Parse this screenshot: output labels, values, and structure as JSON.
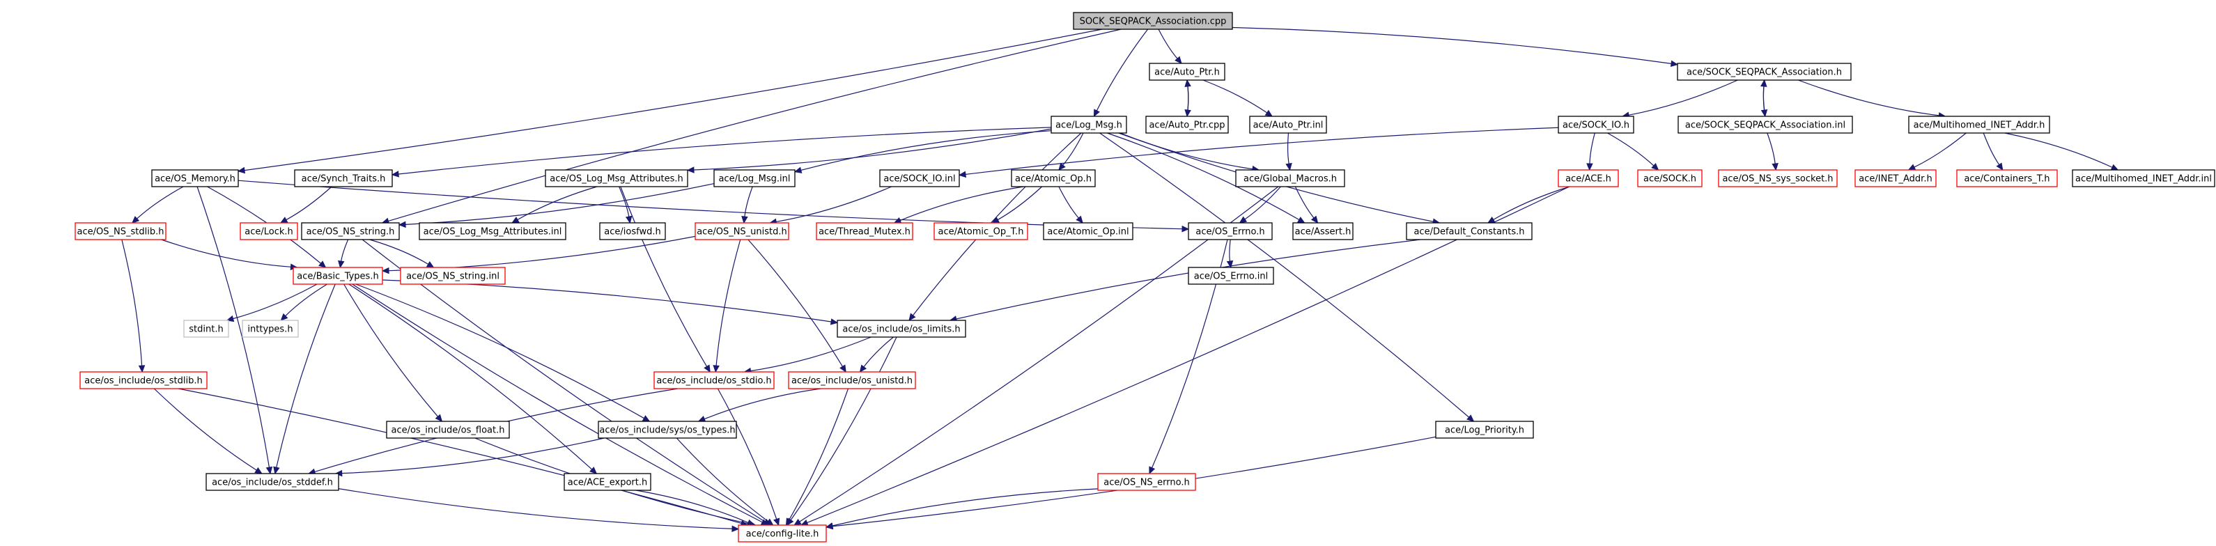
{
  "diagram": {
    "colors": {
      "edge": "#191970",
      "doc_border": "#000000",
      "nodoc_border": "#ff0000",
      "external_border": "#bfbfbf",
      "root_fill": "#bfbfbf",
      "node_fill": "#ffffff",
      "text": "#000000"
    },
    "nodes": [
      {
        "id": "root",
        "label": "SOCK_SEQPACK_Association.cpp",
        "kind": "root"
      },
      {
        "id": "n_auto_ptr_h",
        "label": "ace/Auto_Ptr.h",
        "kind": "doc"
      },
      {
        "id": "n_assoc_h",
        "label": "ace/SOCK_SEQPACK_Association.h",
        "kind": "doc"
      },
      {
        "id": "n_auto_ptr_cpp",
        "label": "ace/Auto_Ptr.cpp",
        "kind": "doc"
      },
      {
        "id": "n_log_msg_h",
        "label": "ace/Log_Msg.h",
        "kind": "doc"
      },
      {
        "id": "n_auto_ptr_inl",
        "label": "ace/Auto_Ptr.inl",
        "kind": "doc"
      },
      {
        "id": "n_sock_io_h",
        "label": "ace/SOCK_IO.h",
        "kind": "doc"
      },
      {
        "id": "n_assoc_inl",
        "label": "ace/SOCK_SEQPACK_Association.inl",
        "kind": "doc"
      },
      {
        "id": "n_mh_inet_h",
        "label": "ace/Multihomed_INET_Addr.h",
        "kind": "doc"
      },
      {
        "id": "n_os_memory_h",
        "label": "ace/OS_Memory.h",
        "kind": "doc"
      },
      {
        "id": "n_synch_traits_h",
        "label": "ace/Synch_Traits.h",
        "kind": "doc"
      },
      {
        "id": "n_oslma_h",
        "label": "ace/OS_Log_Msg_Attributes.h",
        "kind": "doc"
      },
      {
        "id": "n_log_msg_inl",
        "label": "ace/Log_Msg.inl",
        "kind": "doc"
      },
      {
        "id": "n_sock_io_inl",
        "label": "ace/SOCK_IO.inl",
        "kind": "doc"
      },
      {
        "id": "n_atomic_op_h",
        "label": "ace/Atomic_Op.h",
        "kind": "doc"
      },
      {
        "id": "n_global_macros_h",
        "label": "ace/Global_Macros.h",
        "kind": "doc"
      },
      {
        "id": "n_ace_h",
        "label": "ace/ACE.h",
        "kind": "nodoc"
      },
      {
        "id": "n_sock_h",
        "label": "ace/SOCK.h",
        "kind": "nodoc"
      },
      {
        "id": "n_os_ns_sys_socket_h",
        "label": "ace/OS_NS_sys_socket.h",
        "kind": "nodoc"
      },
      {
        "id": "n_inet_addr_h",
        "label": "ace/INET_Addr.h",
        "kind": "nodoc"
      },
      {
        "id": "n_containers_t_h",
        "label": "ace/Containers_T.h",
        "kind": "nodoc"
      },
      {
        "id": "n_mh_inet_inl",
        "label": "ace/Multihomed_INET_Addr.inl",
        "kind": "doc"
      },
      {
        "id": "n_os_ns_stdlib_h",
        "label": "ace/OS_NS_stdlib.h",
        "kind": "nodoc"
      },
      {
        "id": "n_lock_h",
        "label": "ace/Lock.h",
        "kind": "nodoc"
      },
      {
        "id": "n_os_ns_string_h",
        "label": "ace/OS_NS_string.h",
        "kind": "doc"
      },
      {
        "id": "n_oslma_inl",
        "label": "ace/OS_Log_Msg_Attributes.inl",
        "kind": "doc"
      },
      {
        "id": "n_iosfwd_h",
        "label": "ace/iosfwd.h",
        "kind": "doc"
      },
      {
        "id": "n_os_ns_unistd_h",
        "label": "ace/OS_NS_unistd.h",
        "kind": "nodoc"
      },
      {
        "id": "n_thread_mutex_h",
        "label": "ace/Thread_Mutex.h",
        "kind": "nodoc"
      },
      {
        "id": "n_atomic_op_t_h",
        "label": "ace/Atomic_Op_T.h",
        "kind": "nodoc"
      },
      {
        "id": "n_atomic_op_inl",
        "label": "ace/Atomic_Op.inl",
        "kind": "doc"
      },
      {
        "id": "n_os_errno_h",
        "label": "ace/OS_Errno.h",
        "kind": "doc"
      },
      {
        "id": "n_assert_h",
        "label": "ace/Assert.h",
        "kind": "doc"
      },
      {
        "id": "n_default_constants_h",
        "label": "ace/Default_Constants.h",
        "kind": "doc"
      },
      {
        "id": "n_basic_types_h",
        "label": "ace/Basic_Types.h",
        "kind": "nodoc"
      },
      {
        "id": "n_os_ns_string_inl",
        "label": "ace/OS_NS_string.inl",
        "kind": "nodoc"
      },
      {
        "id": "n_os_errno_inl",
        "label": "ace/OS_Errno.inl",
        "kind": "doc"
      },
      {
        "id": "n_stdint_h",
        "label": "stdint.h",
        "kind": "external"
      },
      {
        "id": "n_inttypes_h",
        "label": "inttypes.h",
        "kind": "external"
      },
      {
        "id": "n_os_limits_h",
        "label": "ace/os_include/os_limits.h",
        "kind": "doc"
      },
      {
        "id": "n_os_stdlib_h",
        "label": "ace/os_include/os_stdlib.h",
        "kind": "nodoc"
      },
      {
        "id": "n_os_stdio_h",
        "label": "ace/os_include/os_stdio.h",
        "kind": "nodoc"
      },
      {
        "id": "n_os_unistd_h",
        "label": "ace/os_include/os_unistd.h",
        "kind": "nodoc"
      },
      {
        "id": "n_os_float_h",
        "label": "ace/os_include/os_float.h",
        "kind": "doc"
      },
      {
        "id": "n_os_sys_types_h",
        "label": "ace/os_include/sys/os_types.h",
        "kind": "doc"
      },
      {
        "id": "n_log_priority_h",
        "label": "ace/Log_Priority.h",
        "kind": "doc"
      },
      {
        "id": "n_os_stddef_h",
        "label": "ace/os_include/os_stddef.h",
        "kind": "doc"
      },
      {
        "id": "n_ace_export_h",
        "label": "ace/ACE_export.h",
        "kind": "doc"
      },
      {
        "id": "n_os_ns_errno_h",
        "label": "ace/OS_NS_errno.h",
        "kind": "nodoc"
      },
      {
        "id": "n_config_lite_h",
        "label": "ace/config-lite.h",
        "kind": "nodoc"
      }
    ],
    "edges": [
      [
        "root",
        "n_auto_ptr_h"
      ],
      [
        "root",
        "n_assoc_h"
      ],
      [
        "root",
        "n_log_msg_h"
      ],
      [
        "root",
        "n_os_memory_h"
      ],
      [
        "root",
        "n_os_ns_string_h"
      ],
      [
        "n_auto_ptr_h",
        "n_auto_ptr_cpp"
      ],
      [
        "n_auto_ptr_cpp",
        "n_auto_ptr_h"
      ],
      [
        "n_auto_ptr_h",
        "n_auto_ptr_inl"
      ],
      [
        "n_auto_ptr_inl",
        "n_global_macros_h"
      ],
      [
        "n_assoc_h",
        "n_sock_io_h"
      ],
      [
        "n_assoc_h",
        "n_assoc_inl"
      ],
      [
        "n_assoc_inl",
        "n_assoc_h"
      ],
      [
        "n_assoc_h",
        "n_mh_inet_h"
      ],
      [
        "n_assoc_inl",
        "n_os_ns_sys_socket_h"
      ],
      [
        "n_sock_io_h",
        "n_ace_h"
      ],
      [
        "n_sock_io_h",
        "n_sock_h"
      ],
      [
        "n_sock_io_h",
        "n_sock_io_inl"
      ],
      [
        "n_mh_inet_h",
        "n_inet_addr_h"
      ],
      [
        "n_mh_inet_h",
        "n_containers_t_h"
      ],
      [
        "n_mh_inet_h",
        "n_mh_inet_inl"
      ],
      [
        "n_ace_h",
        "n_default_constants_h"
      ],
      [
        "n_ace_h",
        "n_config_lite_h"
      ],
      [
        "n_log_msg_h",
        "n_synch_traits_h"
      ],
      [
        "n_log_msg_h",
        "n_oslma_h"
      ],
      [
        "n_log_msg_h",
        "n_log_msg_inl"
      ],
      [
        "n_log_msg_h",
        "n_atomic_op_h"
      ],
      [
        "n_log_msg_h",
        "n_global_macros_h"
      ],
      [
        "n_log_msg_h",
        "n_assert_h"
      ],
      [
        "n_log_msg_h",
        "n_default_constants_h"
      ],
      [
        "n_log_msg_h",
        "n_log_priority_h"
      ],
      [
        "n_log_msg_h",
        "n_os_limits_h"
      ],
      [
        "n_synch_traits_h",
        "n_lock_h"
      ],
      [
        "n_oslma_h",
        "n_oslma_inl"
      ],
      [
        "n_oslma_h",
        "n_iosfwd_h"
      ],
      [
        "n_oslma_h",
        "n_os_stdio_h"
      ],
      [
        "n_log_msg_inl",
        "n_os_ns_string_h"
      ],
      [
        "n_log_msg_inl",
        "n_os_ns_unistd_h"
      ],
      [
        "n_sock_io_inl",
        "n_os_ns_unistd_h"
      ],
      [
        "n_atomic_op_h",
        "n_thread_mutex_h"
      ],
      [
        "n_atomic_op_h",
        "n_atomic_op_t_h"
      ],
      [
        "n_atomic_op_h",
        "n_atomic_op_inl"
      ],
      [
        "n_global_macros_h",
        "n_os_errno_h"
      ],
      [
        "n_global_macros_h",
        "n_assert_h"
      ],
      [
        "n_global_macros_h",
        "n_config_lite_h"
      ],
      [
        "n_os_memory_h",
        "n_os_ns_stdlib_h"
      ],
      [
        "n_os_memory_h",
        "n_basic_types_h"
      ],
      [
        "n_os_memory_h",
        "n_os_errno_h"
      ],
      [
        "n_os_memory_h",
        "n_os_stddef_h"
      ],
      [
        "n_os_ns_stdlib_h",
        "n_basic_types_h"
      ],
      [
        "n_os_ns_stdlib_h",
        "n_os_stdlib_h"
      ],
      [
        "n_os_ns_string_h",
        "n_basic_types_h"
      ],
      [
        "n_os_ns_string_h",
        "n_os_ns_string_inl"
      ],
      [
        "n_os_ns_string_h",
        "n_config_lite_h"
      ],
      [
        "n_os_ns_unistd_h",
        "n_basic_types_h"
      ],
      [
        "n_os_ns_unistd_h",
        "n_os_stdio_h"
      ],
      [
        "n_os_ns_unistd_h",
        "n_os_unistd_h"
      ],
      [
        "n_os_errno_h",
        "n_os_errno_inl"
      ],
      [
        "n_os_errno_h",
        "n_os_ns_errno_h"
      ],
      [
        "n_default_constants_h",
        "n_os_limits_h"
      ],
      [
        "n_basic_types_h",
        "n_stdint_h"
      ],
      [
        "n_basic_types_h",
        "n_inttypes_h"
      ],
      [
        "n_basic_types_h",
        "n_os_limits_h"
      ],
      [
        "n_basic_types_h",
        "n_os_float_h"
      ],
      [
        "n_basic_types_h",
        "n_os_sys_types_h"
      ],
      [
        "n_basic_types_h",
        "n_os_stddef_h"
      ],
      [
        "n_basic_types_h",
        "n_ace_export_h"
      ],
      [
        "n_basic_types_h",
        "n_config_lite_h"
      ],
      [
        "n_os_limits_h",
        "n_os_stdio_h"
      ],
      [
        "n_os_limits_h",
        "n_os_unistd_h"
      ],
      [
        "n_os_limits_h",
        "n_config_lite_h"
      ],
      [
        "n_os_stdlib_h",
        "n_os_stddef_h"
      ],
      [
        "n_os_stdlib_h",
        "n_config_lite_h"
      ],
      [
        "n_os_stdio_h",
        "n_os_stddef_h"
      ],
      [
        "n_os_stdio_h",
        "n_config_lite_h"
      ],
      [
        "n_os_unistd_h",
        "n_os_sys_types_h"
      ],
      [
        "n_os_unistd_h",
        "n_config_lite_h"
      ],
      [
        "n_os_float_h",
        "n_config_lite_h"
      ],
      [
        "n_os_sys_types_h",
        "n_os_stddef_h"
      ],
      [
        "n_os_sys_types_h",
        "n_config_lite_h"
      ],
      [
        "n_log_priority_h",
        "n_config_lite_h"
      ],
      [
        "n_os_stddef_h",
        "n_config_lite_h"
      ],
      [
        "n_ace_export_h",
        "n_config_lite_h"
      ],
      [
        "n_os_ns_errno_h",
        "n_config_lite_h"
      ]
    ]
  }
}
